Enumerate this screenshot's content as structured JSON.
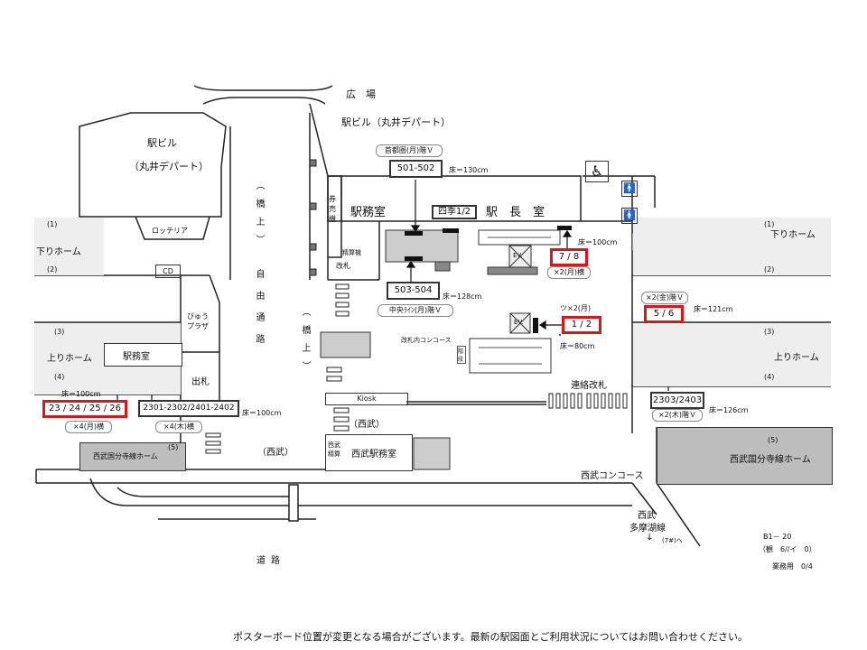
{
  "top": {
    "plaza": "広　場",
    "building_label": "駅ビル（丸井デパート）"
  },
  "left_building": {
    "name": "駅ビル",
    "sub": "（丸井デパート）",
    "shop": "ロッテリア"
  },
  "platforms": {
    "left_down": {
      "num_top": "(1)",
      "name": "下りホーム",
      "num_bottom": "(2)"
    },
    "left_up": {
      "num_top": "(3)",
      "name": "上りホーム",
      "num_bottom": "(4)"
    },
    "right_down": {
      "num_top": "(1)",
      "name": "下りホーム",
      "num_bottom": "(2)"
    },
    "right_up": {
      "num_top": "(3)",
      "name": "上りホーム",
      "num_bottom": "(4)"
    },
    "seibu_left": {
      "name": "西武国分寺線ホーム",
      "num": "(5)"
    },
    "seibu_right": {
      "name": "西武国分寺線ホーム",
      "num": "(5)"
    }
  },
  "facilities": {
    "cd": "CD",
    "view_plaza": "びゅうプラザ",
    "ticket_office": "出札",
    "station_office_left": "駅務室",
    "station_office_center": "駅務室",
    "ticket_machine": "券売機",
    "fare_adjust": "精算機",
    "gate": "改札",
    "station_master": "駅　長　室",
    "concourse_inner": "改札内コンコース",
    "kiosk": "Kiosk",
    "transfer_gate": "連絡改札",
    "seibu_paren": "（西武）",
    "seibu_fare": "西武精算",
    "seibu_office": "西武駅務室",
    "seibu_concourse": "西武コンコース",
    "ev1": "EV.",
    "ev2": "EV.",
    "stairs_sign": "階段"
  },
  "passage": {
    "bridge1": "（橋上）",
    "free_passage": "自由通路",
    "bridge2": "（橋上）",
    "seibu": "（西武）",
    "road": "道路"
  },
  "boards": {
    "b501": {
      "label": "501-502",
      "note": "首都圏(月)階Ｖ",
      "floor": "床＝130cm"
    },
    "b503": {
      "label": "503-504",
      "note": "中央ﾗｲﾝ(月)階Ｖ",
      "floor": "床＝128cm"
    },
    "shiki": {
      "label": "四季1/2"
    },
    "b78": {
      "label": "7 / 8",
      "note": "×2(月)横",
      "floor": "床＝100cm"
    },
    "b12": {
      "label": "1 / 2",
      "note": "ツ×2(月)",
      "floor": "床＝80cm"
    },
    "b56": {
      "label": "5 / 6",
      "note": "×2(金)階Ｖ",
      "floor": "床＝121cm"
    },
    "b2303": {
      "label": "2303/2403",
      "note": "×2(木)階Ｖ",
      "floor": "床＝126cm"
    },
    "b23": {
      "label": "23 / 24 / 25 / 26",
      "note": "×4(月)横",
      "floor": "床＝100cm"
    },
    "b2301": {
      "label": "2301-2302/2401-2402",
      "note": "×4(木)横",
      "floor": "床＝100cm"
    }
  },
  "seibu_line": {
    "line1": "西武",
    "line2": "多摩湖線",
    "arrow": "↓",
    "dest": "(7#)へ"
  },
  "footer_code": {
    "line1": "B1－ 20",
    "line2": "（観　6//イ　0）",
    "line3": "業務用　0/4"
  },
  "notice": "ポスターボード位置が変更となる場合がございます。最新の駅図面とご利用状況についてはお問い合わせください。",
  "colors": {
    "highlight": "#d81818",
    "platform": "#eeeeee",
    "seibu_platform": "#bdbdbd"
  }
}
